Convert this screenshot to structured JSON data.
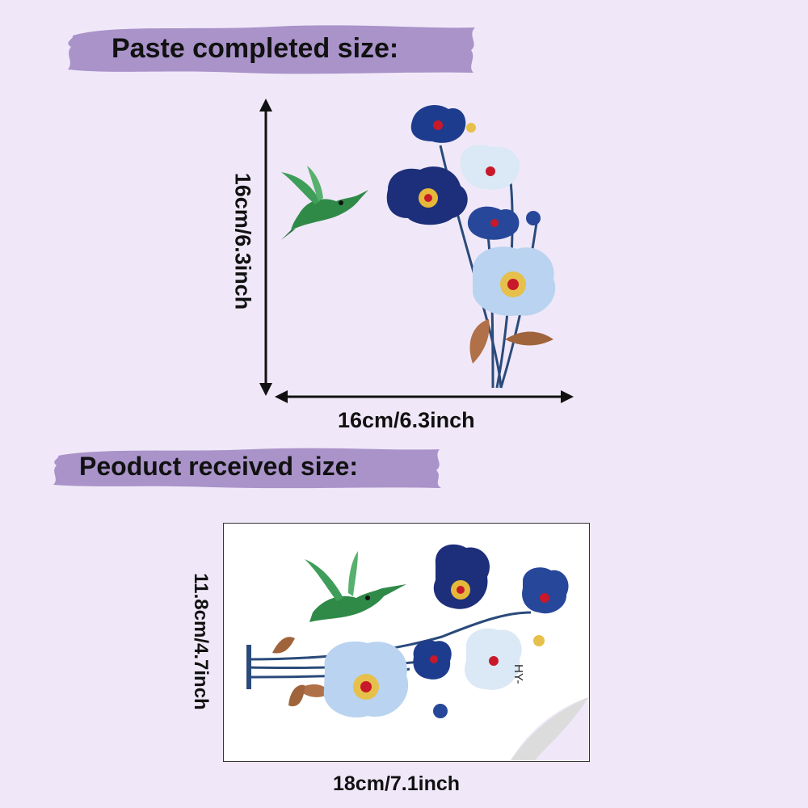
{
  "top_banner": {
    "label": "Paste completed size:",
    "color": "#a993c9"
  },
  "bottom_banner": {
    "label": "Peoduct received size:",
    "color": "#a993c9"
  },
  "completed": {
    "height_label": "16cm/6.3inch",
    "width_label": "16cm/6.3inch"
  },
  "received": {
    "height_label": "11.8cm/4.7inch",
    "width_label": "18cm/7.1inch",
    "sheet_code": "HY-"
  },
  "illustration": {
    "subject_icons": [
      "hummingbird-icon",
      "flower-icon",
      "leaf-icon"
    ],
    "colors": {
      "dark_blue": "#1d2f7a",
      "light_blue": "#b9d3f0",
      "green": "#2f8a48",
      "bronze": "#a0643c",
      "center_red": "#c8192a"
    }
  }
}
